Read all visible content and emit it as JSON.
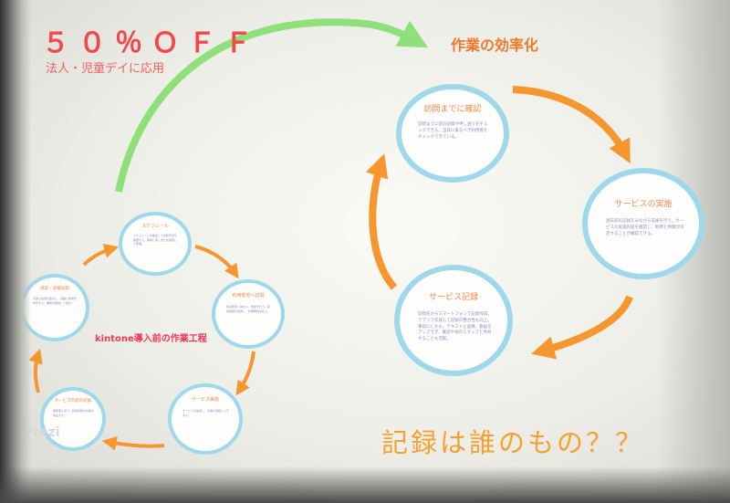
{
  "slide": {
    "title": "５０％ＯＦＦ",
    "subtitle": "法人・児童デイに応用",
    "efficiency_title": "作業の効率化",
    "before_label": "kintone導入前の作業工程",
    "closing_question": "記録は誰のもの？？",
    "watermark": "Prezi"
  },
  "after_cycle": [
    {
      "title": "訪問までに確認",
      "body": "訪問までに前の記録や申し送りをチェックできる。当日に来るべき利用者をチェックできている。"
    },
    {
      "title": "サービスの実施",
      "body": "過去前の記録をみながら支援を行う。サービスの実施内容を確認し、利用と時間が決定することが確認できる。"
    },
    {
      "title": "サービス記録",
      "body": "訪問先からスマートフォンで記録作成。アプリで作成して記録の整合性も向上。事前にしかも、テキストと画像、動画をアップでき、確認や他のスタッフと共有することも可能。"
    }
  ],
  "before_cycle": [
    {
      "title": "スケジュール",
      "body": "スケジュールを確認して訪問予定を確認する。事前に申し送りを確認して準備。"
    },
    {
      "title": "利用者宅へ訪問",
      "body": "利用者宅へ向かい、支援を行う。記録用紙を持参し、訪問時間を記入。"
    },
    {
      "title": "サービス実施",
      "body": "サービスを実施し、内容を用紙にメモする。"
    },
    {
      "title": "サービス内容の記録",
      "body": "事務所に戻り、記録用紙の内容を転記する。"
    },
    {
      "title": "請求・実績記録",
      "body": "月末に記録を集計し、実績と請求を作成する。書類を確認して送付。"
    }
  ],
  "colors": {
    "title_red": "#ef4a4a",
    "accent_orange": "#f5962e",
    "arrow_green": "#8fe07a",
    "circle_border": "#9fd8ea",
    "question_orange": "#f5a030"
  }
}
